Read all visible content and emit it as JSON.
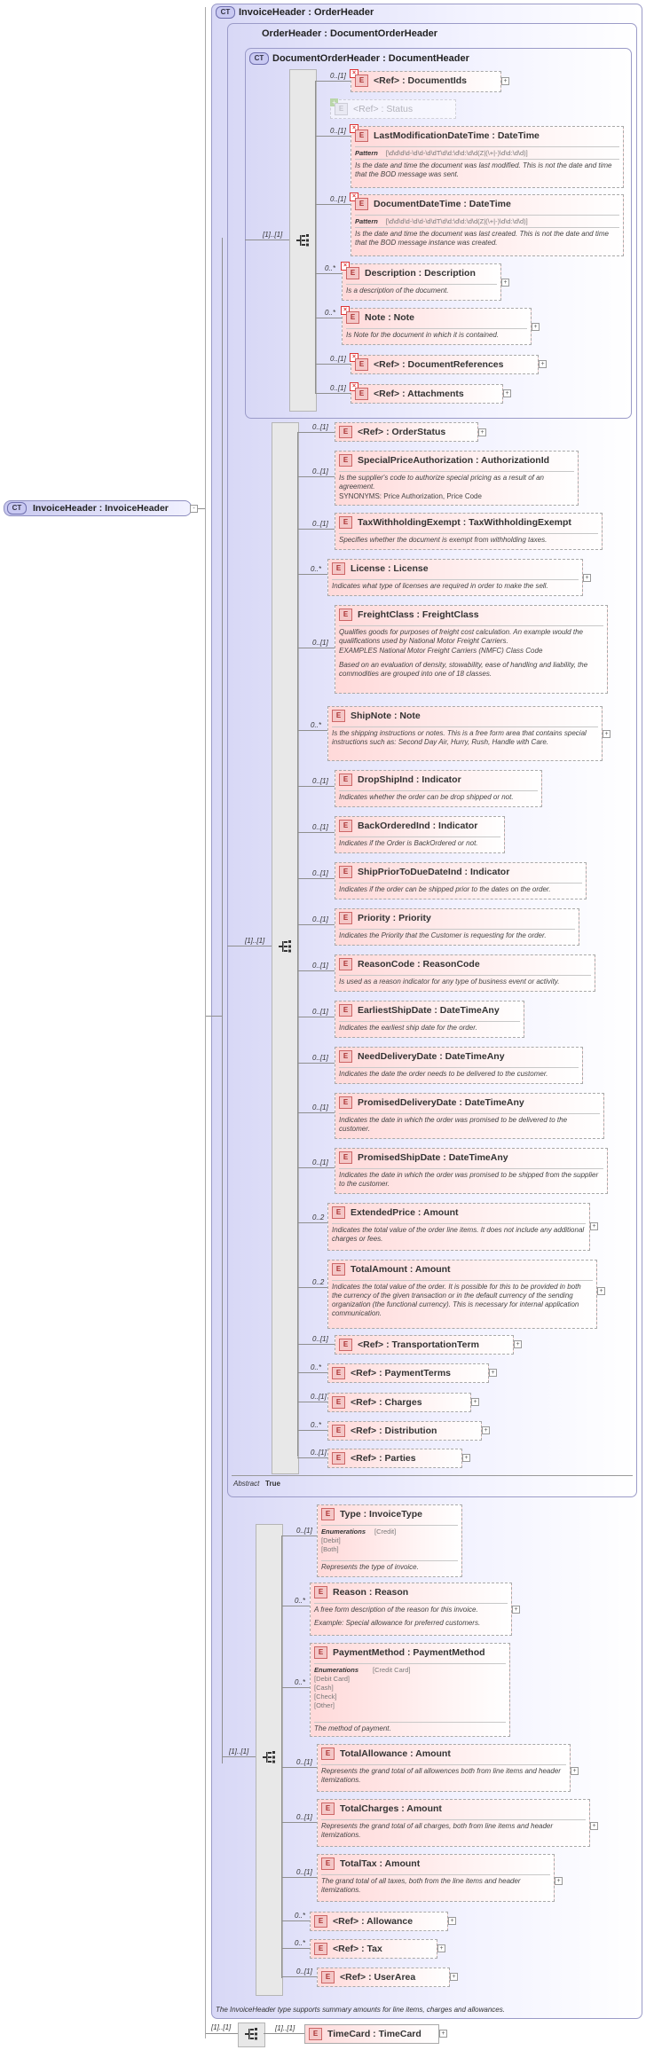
{
  "root": {
    "badge": "CT",
    "title": "InvoiceHeader : InvoiceHeader"
  },
  "invoice_header_box": {
    "badge": "CT",
    "title": "InvoiceHeader : OrderHeader",
    "doc": "The InvoiceHeader type supports summary amounts for line items, charges and allowances."
  },
  "order_header_box": {
    "title": "OrderHeader : DocumentOrderHeader",
    "abstract_label": "Abstract",
    "abstract_value": "True"
  },
  "doc_order_header_box": {
    "badge": "CT",
    "title": "DocumentOrderHeader : DocumentHeader",
    "seq_card": "[1]..[1]"
  },
  "doc_header_elements": [
    {
      "card": "0..[1]",
      "name": "<Ref>     : DocumentIds",
      "doc": ""
    },
    {
      "card": "",
      "name": "<Ref>     : Status",
      "doc": ""
    },
    {
      "card": "0..[1]",
      "name": "LastModificationDateTime : DateTime",
      "pattern_label": "Pattern",
      "pattern": "[\\d\\d\\d\\d-\\d\\d-\\d\\dT\\d\\d:\\d\\d:\\d\\d(Z|(\\+|-)\\d\\d:\\d\\d)]",
      "doc": "Is the date and time the document was last modified. This is not the date and time that the BOD message was sent."
    },
    {
      "card": "0..[1]",
      "name": "DocumentDateTime : DateTime",
      "pattern_label": "Pattern",
      "pattern": "[\\d\\d\\d\\d-\\d\\d-\\d\\dT\\d\\d:\\d\\d:\\d\\d(Z|(\\+|-)\\d\\d:\\d\\d)]",
      "doc": "Is the date and time the document was last created. This is not the date and time that the BOD message instance was created."
    },
    {
      "card": "0..*",
      "name": "Description : Description",
      "doc": "Is a description of the document."
    },
    {
      "card": "0..*",
      "name": "Note       : Note",
      "doc": "Is Note for the document in which it is contained."
    },
    {
      "card": "0..[1]",
      "name": "<Ref>     : DocumentReferences",
      "doc": ""
    },
    {
      "card": "0..[1]",
      "name": "<Ref>     : Attachments",
      "doc": ""
    }
  ],
  "order_seq_card": "[1]..[1]",
  "order_elements": [
    {
      "card": "0..[1]",
      "name": "<Ref>     : OrderStatus",
      "doc": ""
    },
    {
      "card": "0..[1]",
      "name": "SpecialPriceAuthorization : AuthorizationId",
      "doc": "Is the supplier's code to authorize special pricing as a result of an agreement.",
      "doc2": "SYNONYMS:     Price Authorization, Price Code"
    },
    {
      "card": "0..[1]",
      "name": "TaxWithholdingExempt : TaxWithholdingExempt",
      "doc": "Specifies whether the document is exempt from withholding taxes."
    },
    {
      "card": "0..*",
      "name": "License   : License",
      "doc": "Indicates what type of licenses are required in order to make the sell."
    },
    {
      "card": "0..[1]",
      "name": "FreightClass : FreightClass",
      "doc": "Qualifies goods for purposes of freight cost calculation. An example would the qualifications used by National Motor Freight Carriers.",
      "doc2": "EXAMPLES        National Motor Freight Carriers (NMFC) Class Code",
      "doc3": "Based on an evaluation of density, stowability, ease of handling and liability, the commodities are grouped into one of 18 classes."
    },
    {
      "card": "0..*",
      "name": "ShipNote : Note",
      "doc": "Is the shipping instructions or notes.  This is a free form area that contains special instructions such as: Second Day Air, Hurry, Rush, Handle with Care."
    },
    {
      "card": "0..[1]",
      "name": "DropShipInd : Indicator",
      "doc": "Indicates whether the order can be drop shipped or not."
    },
    {
      "card": "0..[1]",
      "name": "BackOrderedInd : Indicator",
      "doc": "Indicates if the Order is BackOrdered or not."
    },
    {
      "card": "0..[1]",
      "name": "ShipPriorToDueDateInd : Indicator",
      "doc": "Indicates if the order can be shipped prior to the dates on the order."
    },
    {
      "card": "0..[1]",
      "name": "Priority    : Priority",
      "doc": "Indicates the Priority that the Customer is requesting for the order."
    },
    {
      "card": "0..[1]",
      "name": "ReasonCode : ReasonCode",
      "doc": "Is used as a reason indicator for any type of business event or activity."
    },
    {
      "card": "0..[1]",
      "name": "EarliestShipDate : DateTimeAny",
      "doc": "Indicates the earliest ship date for the order."
    },
    {
      "card": "0..[1]",
      "name": "NeedDeliveryDate : DateTimeAny",
      "doc": "Indicates the date the order needs to be delivered to the customer."
    },
    {
      "card": "0..[1]",
      "name": "PromisedDeliveryDate : DateTimeAny",
      "doc": "Indicates the date in which the order was promised to be delivered to the customer."
    },
    {
      "card": "0..[1]",
      "name": "PromisedShipDate : DateTimeAny",
      "doc": "Indicates the date in which the order was promised to be shipped from the supplier to the customer."
    },
    {
      "card": "0..2",
      "name": "ExtendedPrice : Amount",
      "doc": "Indicates the total value of the order line items. It does not include any additional charges or fees."
    },
    {
      "card": "0..2",
      "name": "TotalAmount : Amount",
      "doc": "Indicates the total value of the order. It is possible for this to be provided in both the currency of the given transaction or in the default currency of the sending organization (the functional currency). This is necessary for internal application communication."
    },
    {
      "card": "0..[1]",
      "name": "<Ref>     : TransportationTerm",
      "doc": ""
    },
    {
      "card": "0..*",
      "name": "<Ref>     : PaymentTerms",
      "doc": ""
    },
    {
      "card": "0..[1]",
      "name": "<Ref>     : Charges",
      "doc": ""
    },
    {
      "card": "0..*",
      "name": "<Ref>     : Distribution",
      "doc": ""
    },
    {
      "card": "0..[1]",
      "name": "<Ref>     : Parties",
      "doc": ""
    }
  ],
  "invoice_seq_card": "[1]..[1]",
  "invoice_elements": [
    {
      "card": "0..[1]",
      "name": "Type        : InvoiceType",
      "enum_label": "Enumerations",
      "enums": [
        "[Credit]",
        "[Debit]",
        "[Both]"
      ],
      "doc": "Represents the type of invoice."
    },
    {
      "card": "0..*",
      "name": "Reason    : Reason",
      "doc": "A free form description of the reason for this invoice.",
      "doc2": "Example: Special allowance for preferred customers."
    },
    {
      "card": "0..*",
      "name": "PaymentMethod : PaymentMethod",
      "enum_label": "Enumerations",
      "enums": [
        "[Credit Card]",
        "[Debit Card]",
        "[Cash]",
        "[Check]",
        "[Other]"
      ],
      "doc": "The method of payment."
    },
    {
      "card": "0..[1]",
      "name": "TotalAllowance : Amount",
      "doc": "Represents the grand total of all allowences both from line items and header itemizations."
    },
    {
      "card": "0..[1]",
      "name": "TotalCharges : Amount",
      "doc": "Represents the grand total of all charges, both from line items and header itemizations."
    },
    {
      "card": "0..[1]",
      "name": "TotalTax : Amount",
      "doc": "The grand total of all taxes, both from the line items and header itemizations."
    },
    {
      "card": "0..*",
      "name": "<Ref>     : Allowance",
      "doc": ""
    },
    {
      "card": "0..*",
      "name": "<Ref>     : Tax",
      "doc": ""
    },
    {
      "card": "0..[1]",
      "name": "<Ref>     : UserArea",
      "doc": ""
    }
  ],
  "bottom": {
    "seq_card": "[1]..[1]",
    "timecard_card": "[1]..[1]",
    "timecard_name": "TimeCard : TimeCard"
  }
}
